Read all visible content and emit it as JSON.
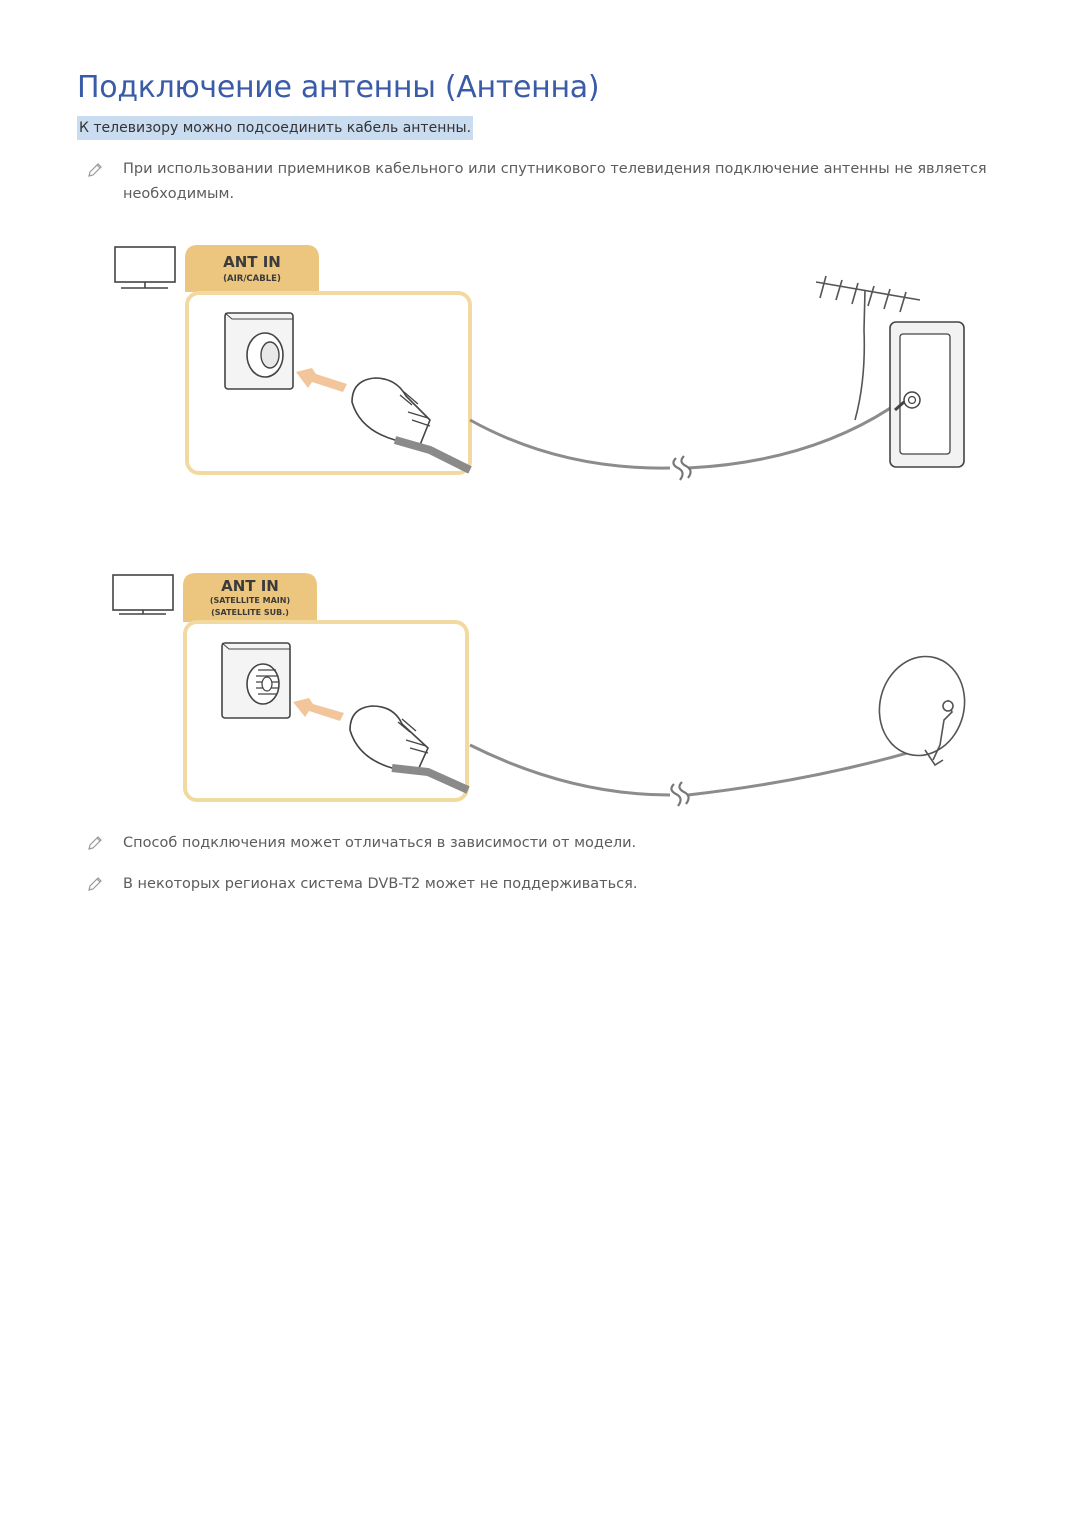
{
  "page": {
    "title": "Подключение антенны (Антенна)",
    "subtitle": "К телевизору можно подсоединить кабель антенны."
  },
  "notes": [
    "При использовании приемников кабельного или спутникового телевидения подключение антенны не является необходимым.",
    "Способ подключения может отличаться в зависимости от модели.",
    "В некоторых регионах система DVB-T2 может не поддерживаться."
  ],
  "diagrams": {
    "air_cable": {
      "port_title": "ANT IN",
      "port_sub": "(AIR/CABLE)"
    },
    "satellite": {
      "port_title": "ANT IN",
      "port_sub_1": "(SATELLITE MAIN)",
      "port_sub_2": "(SATELLITE SUB.)"
    }
  },
  "icons": {
    "note": "pencil-icon",
    "tv": "tv-icon",
    "antenna": "antenna-icon",
    "dish": "satellite-dish-icon",
    "arrow": "arrow-icon",
    "cable_break": "cable-break-icon"
  },
  "colors": {
    "title": "#3a5ba8",
    "highlight": "#c9dcf0",
    "port_tab": "#ecc67e",
    "port_border": "#f2d9a0"
  }
}
